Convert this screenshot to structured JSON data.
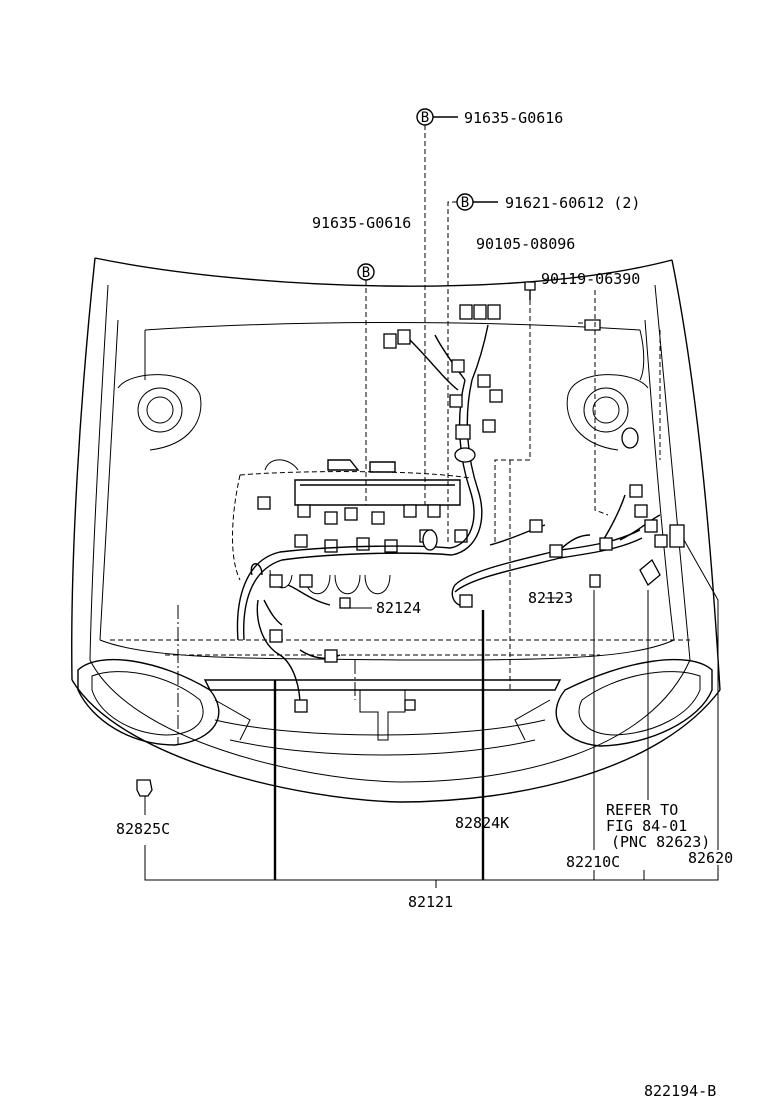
{
  "labels": {
    "bolt_b_top": "91635-G0616",
    "bolt_b_second": "91621-60612 (2)",
    "bolt_b_left": "91635-G0616",
    "bolt_90105": "90105-08096",
    "bolt_90119": "90119-06390",
    "part_82124": "82124",
    "part_82123": "82123",
    "part_82825c": "82825C",
    "part_82824k": "82824K",
    "part_82210c": "82210C",
    "part_82620": "82620",
    "part_82121": "82121",
    "refer_line1": "REFER TO",
    "refer_line2": "FIG 84-01",
    "refer_line3": "(PNC 82623)",
    "figure_code": "822194-B"
  },
  "markers": {
    "bolt_symbol": "B"
  }
}
